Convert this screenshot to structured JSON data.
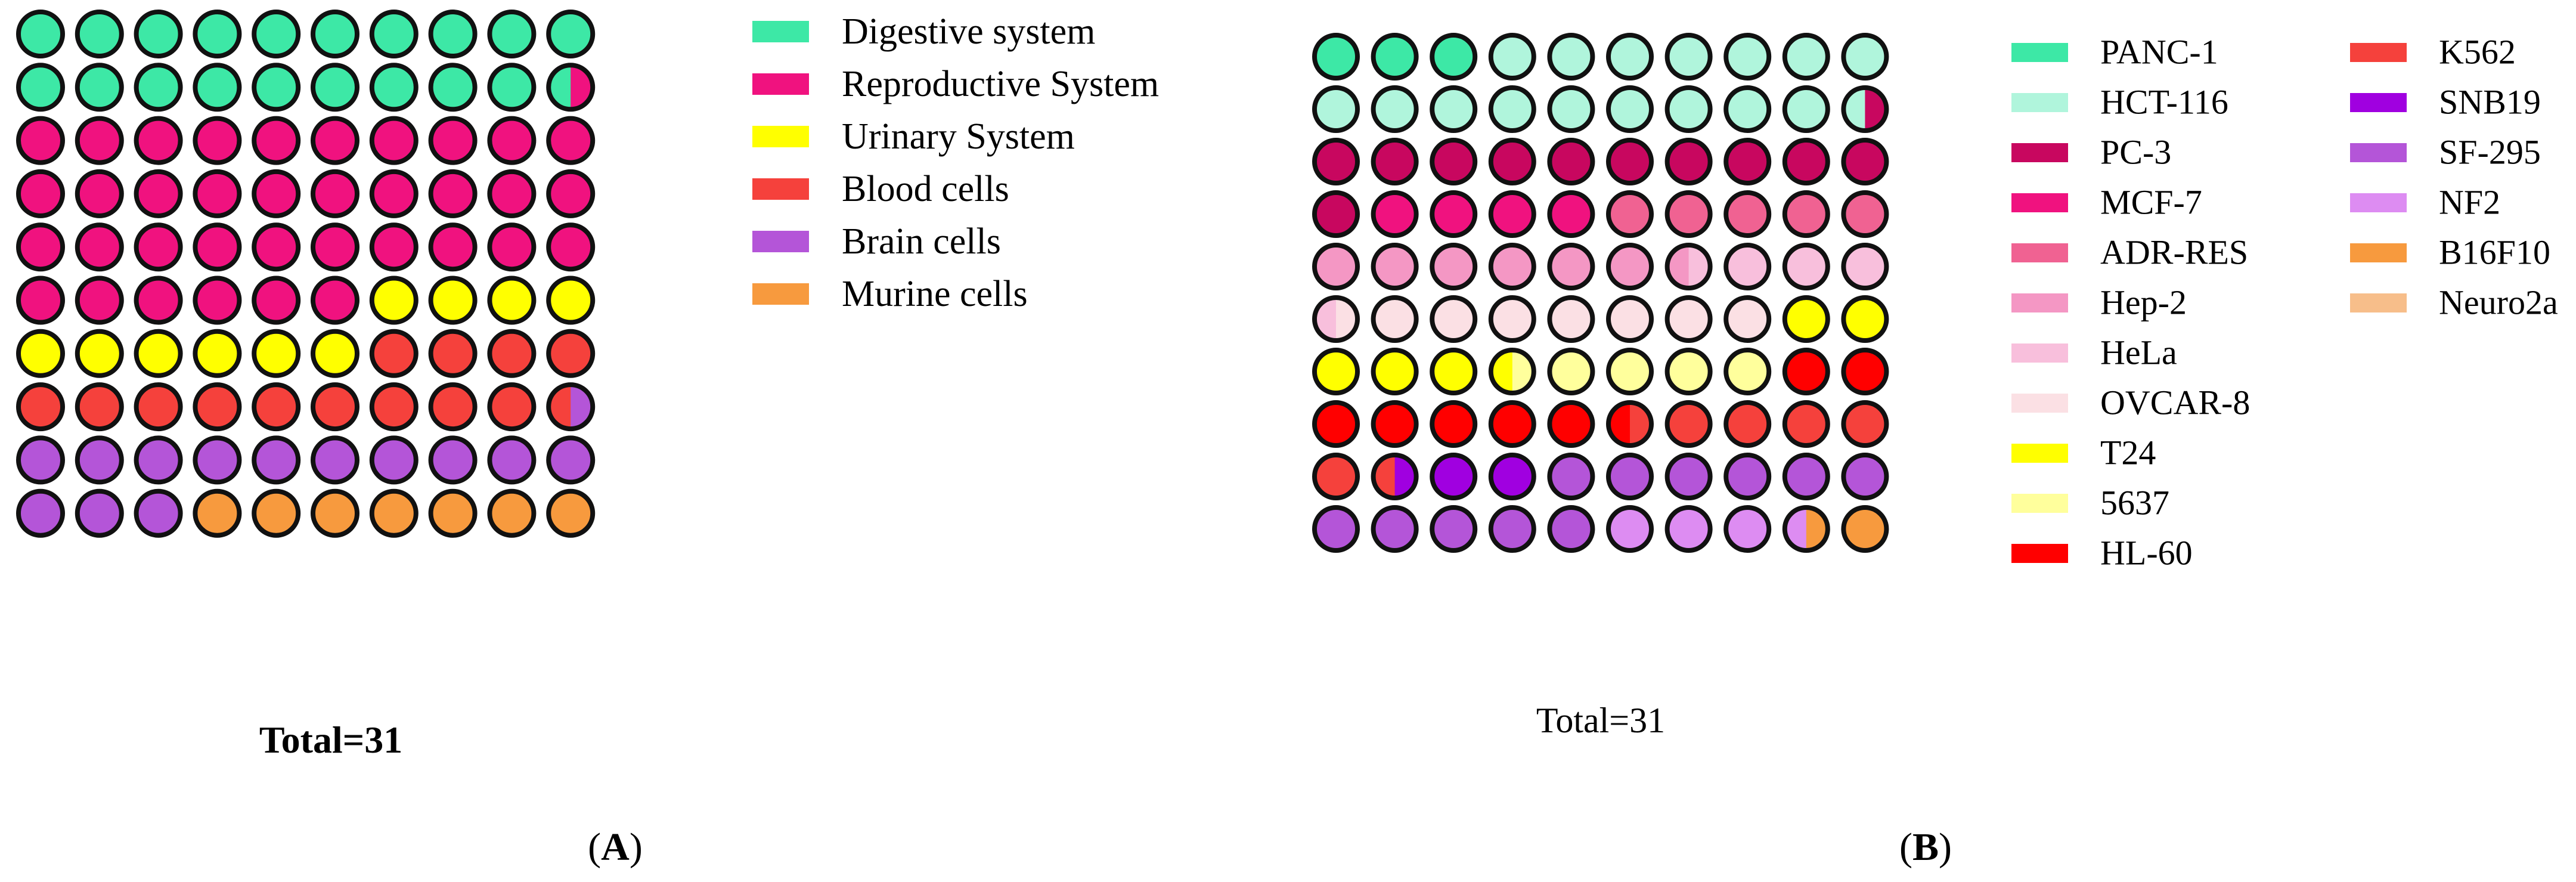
{
  "chart_data": [
    {
      "type": "waffle",
      "panel_label": "A",
      "total_label": "Total=31",
      "grid": {
        "rows": 10,
        "cols": 10
      },
      "legend": [
        {
          "name": "Digestive system",
          "color": "#3de8a6"
        },
        {
          "name": "Reproductive System",
          "color": "#f0127f"
        },
        {
          "name": "Urinary System",
          "color": "#ffff00"
        },
        {
          "name": "Blood cells",
          "color": "#f5413c"
        },
        {
          "name": "Brain cells",
          "color": "#b455d8"
        },
        {
          "name": "Murine cells",
          "color": "#f79a3e"
        }
      ],
      "percentages": [
        19.5,
        36.5,
        10,
        13.5,
        13.5,
        7
      ]
    },
    {
      "type": "waffle",
      "panel_label": "B",
      "total_label": "Total=31",
      "grid": {
        "rows": 10,
        "cols": 10
      },
      "legend": [
        {
          "name": "PANC-1",
          "color": "#3de8a6"
        },
        {
          "name": "HCT-116",
          "color": "#b0f5dc"
        },
        {
          "name": "PC-3",
          "color": "#c8075f"
        },
        {
          "name": "MCF-7",
          "color": "#f0127f"
        },
        {
          "name": "ADR-RES",
          "color": "#f06292"
        },
        {
          "name": "Hep-2",
          "color": "#f497c4"
        },
        {
          "name": "HeLa",
          "color": "#f8bfdc"
        },
        {
          "name": "OVCAR-8",
          "color": "#fbe0e4"
        },
        {
          "name": "T24",
          "color": "#ffff00"
        },
        {
          "name": "5637",
          "color": "#ffff9c"
        },
        {
          "name": "HL-60",
          "color": "#ff0000"
        },
        {
          "name": "K562",
          "color": "#f5413c"
        },
        {
          "name": "SNB19",
          "color": "#a000e0"
        },
        {
          "name": "SF-295",
          "color": "#b455d8"
        },
        {
          "name": "NF2",
          "color": "#dd8cf2"
        },
        {
          "name": "B16F10",
          "color": "#f79a3e"
        },
        {
          "name": "Neuro2a",
          "color": "#f7be8a"
        }
      ],
      "percentages": [
        3,
        16.5,
        11.5,
        4,
        5,
        6.5,
        4,
        7.5,
        5.5,
        4.5,
        7.5,
        6,
        2.5,
        11,
        3.5,
        4.5,
        3
      ]
    }
  ]
}
